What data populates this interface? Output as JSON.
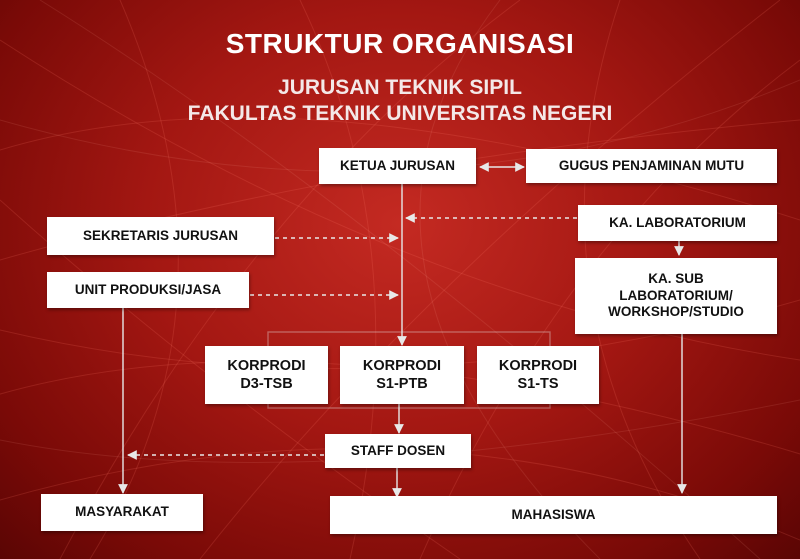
{
  "title": "STRUKTUR ORGANISASI",
  "subtitle_line1": "JURUSAN TEKNIK SIPIL",
  "subtitle_line2": "FAKULTAS TEKNIK UNIVERSITAS NEGERI",
  "nodes": {
    "ketua_jurusan": "KETUA JURUSAN",
    "gugus_penjaminan_mutu": "GUGUS PENJAMINAN MUTU",
    "sekretaris_jurusan": "SEKRETARIS JURUSAN",
    "ka_laboratorium": "KA. LABORATORIUM",
    "unit_produksi": "UNIT PRODUKSI/JASA",
    "ka_sub_lab_line1": "KA. SUB",
    "ka_sub_lab_line2": "LABORATORIUM/",
    "ka_sub_lab_line3": "WORKSHOP/STUDIO",
    "korprodi_d3_line1": "KORPRODI",
    "korprodi_d3_line2": "D3-TSB",
    "korprodi_s1ptb_line1": "KORPRODI",
    "korprodi_s1ptb_line2": "S1-PTB",
    "korprodi_s1ts_line1": "KORPRODI",
    "korprodi_s1ts_line2": "S1-TS",
    "staff_dosen": "STAFF DOSEN",
    "masyarakat": "MASYARAKAT",
    "mahasiswa": "MAHASISWA"
  },
  "colors": {
    "background": "#a31712",
    "box": "#ffffff",
    "connector": "#ffffff"
  }
}
